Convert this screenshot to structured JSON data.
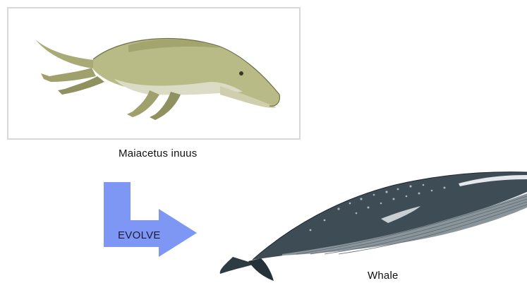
{
  "top_creature": {
    "caption": "Maiacetus inuus",
    "image": "maiacetus-illustration"
  },
  "arrow": {
    "label": "EVOLVE",
    "color": "#7f97f4"
  },
  "bottom_creature": {
    "caption": "Whale",
    "image": "whale-illustration"
  }
}
